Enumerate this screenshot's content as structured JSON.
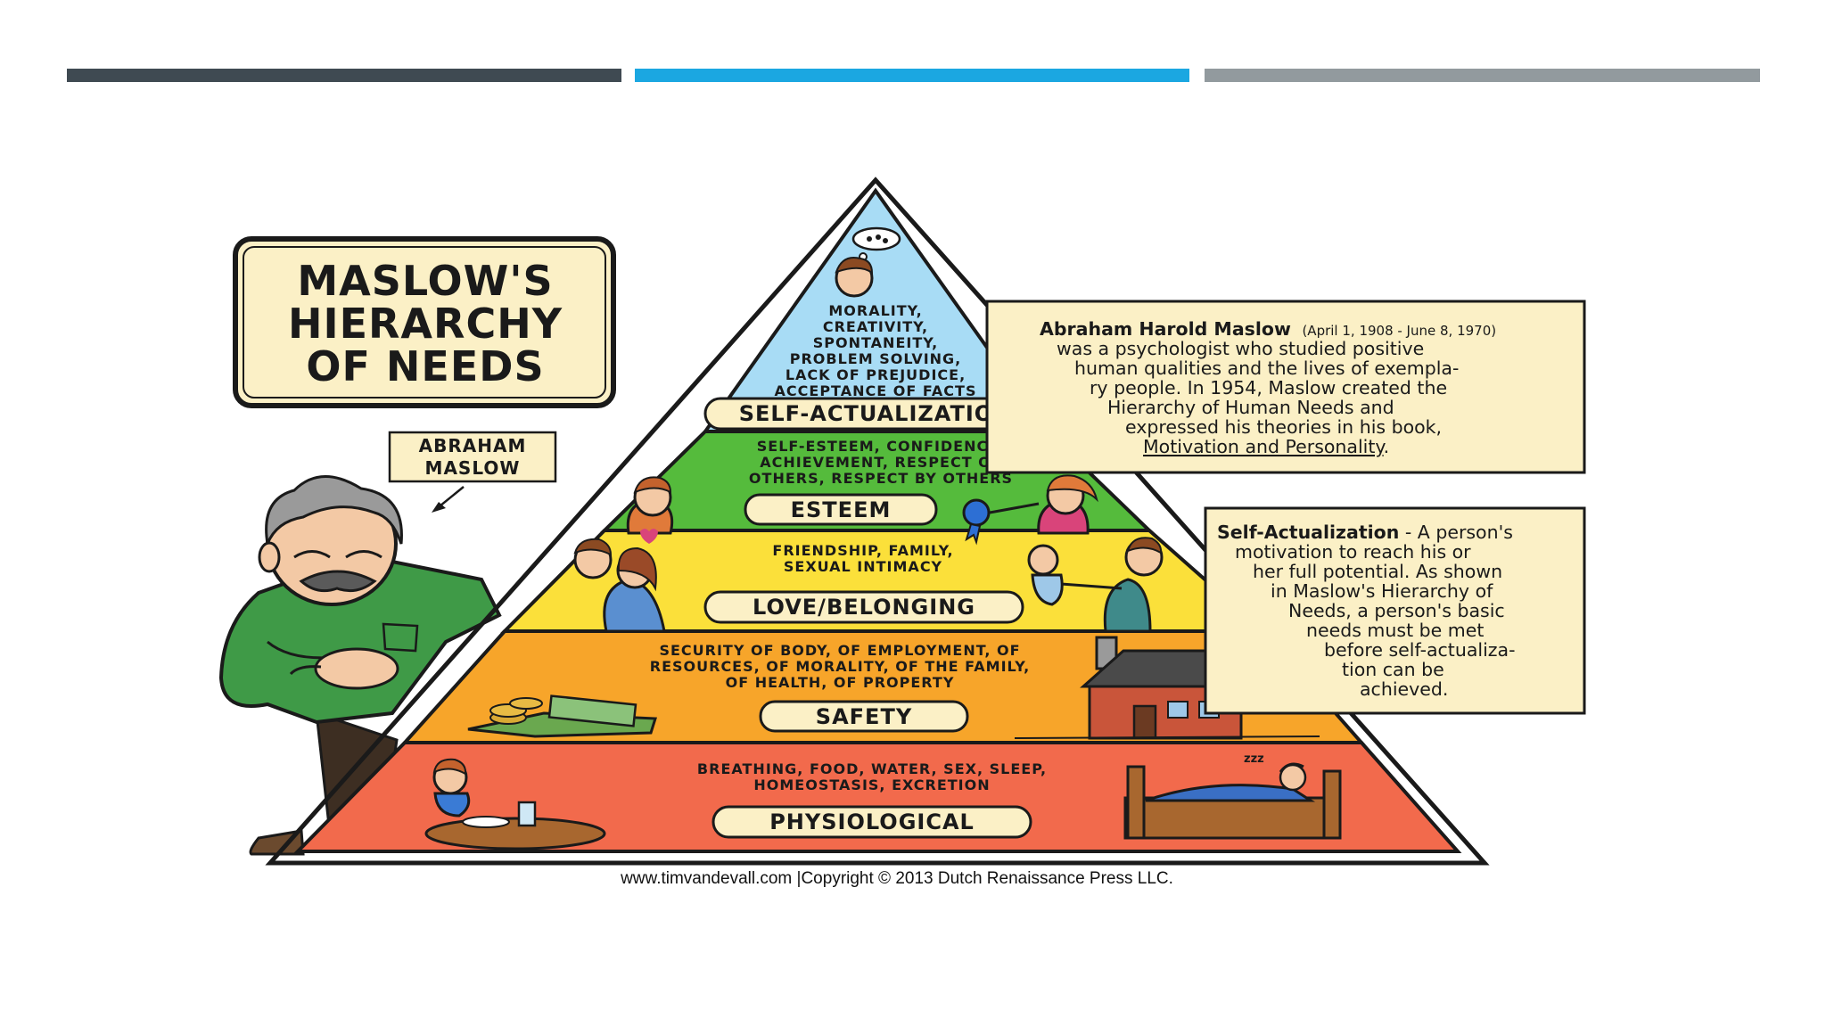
{
  "slide": {
    "accent_bars": [
      "#3f4a52",
      "#1ba7e1",
      "#929a9e"
    ]
  },
  "diagram": {
    "title_lines": [
      "MASLOW'S",
      "HIERARCHY",
      "OF NEEDS"
    ],
    "name_tag_lines": [
      "ABRAHAM",
      "MASLOW"
    ],
    "levels": [
      {
        "label": "SELF-ACTUALIZATION",
        "color": "#a8dcf5",
        "description": [
          "MORALITY,",
          "CREATIVITY,",
          "SPONTANEITY,",
          "PROBLEM SOLVING,",
          "LACK OF PREJUDICE,",
          "ACCEPTANCE OF FACTS"
        ]
      },
      {
        "label": "ESTEEM",
        "color": "#55bb3c",
        "description": [
          "SELF-ESTEEM, CONFIDENCE,",
          "ACHIEVEMENT, RESPECT OF",
          "OTHERS, RESPECT BY OTHERS"
        ]
      },
      {
        "label": "LOVE/BELONGING",
        "color": "#fbe03a",
        "description": [
          "FRIENDSHIP, FAMILY,",
          "SEXUAL INTIMACY"
        ]
      },
      {
        "label": "SAFETY",
        "color": "#f7a52a",
        "description": [
          "SECURITY OF BODY, OF EMPLOYMENT, OF",
          "RESOURCES, OF MORALITY, OF THE FAMILY,",
          "OF HEALTH, OF PROPERTY"
        ]
      },
      {
        "label": "PHYSIOLOGICAL",
        "color": "#f26a4c",
        "description": [
          "BREATHING, FOOD, WATER, SEX, SLEEP,",
          "HOMEOSTASIS, EXCRETION"
        ]
      }
    ],
    "bio_box": {
      "name": "Abraham Harold Maslow",
      "dates": "(April 1, 1908 - June 8, 1970)",
      "lines": [
        "was a psychologist who studied positive",
        "human qualities and the lives of exempla-",
        "ry people. In 1954, Maslow created the",
        "Hierarchy of Human Needs and",
        "expressed his theories in his book,"
      ],
      "book": "Motivation and Personality",
      "book_end": "."
    },
    "sa_box": {
      "term": "Self-Actualization",
      "first_rest": " - A person's",
      "lines": [
        "motivation to reach his or",
        "her full potential. As shown",
        "in Maslow's Hierarchy of",
        "Needs, a person's basic",
        "needs must be met",
        "before self-actualiza-",
        "tion can be",
        "achieved."
      ]
    },
    "credit": "www.timvandevall.com |Copyright © 2013 Dutch Renaissance Press LLC."
  }
}
